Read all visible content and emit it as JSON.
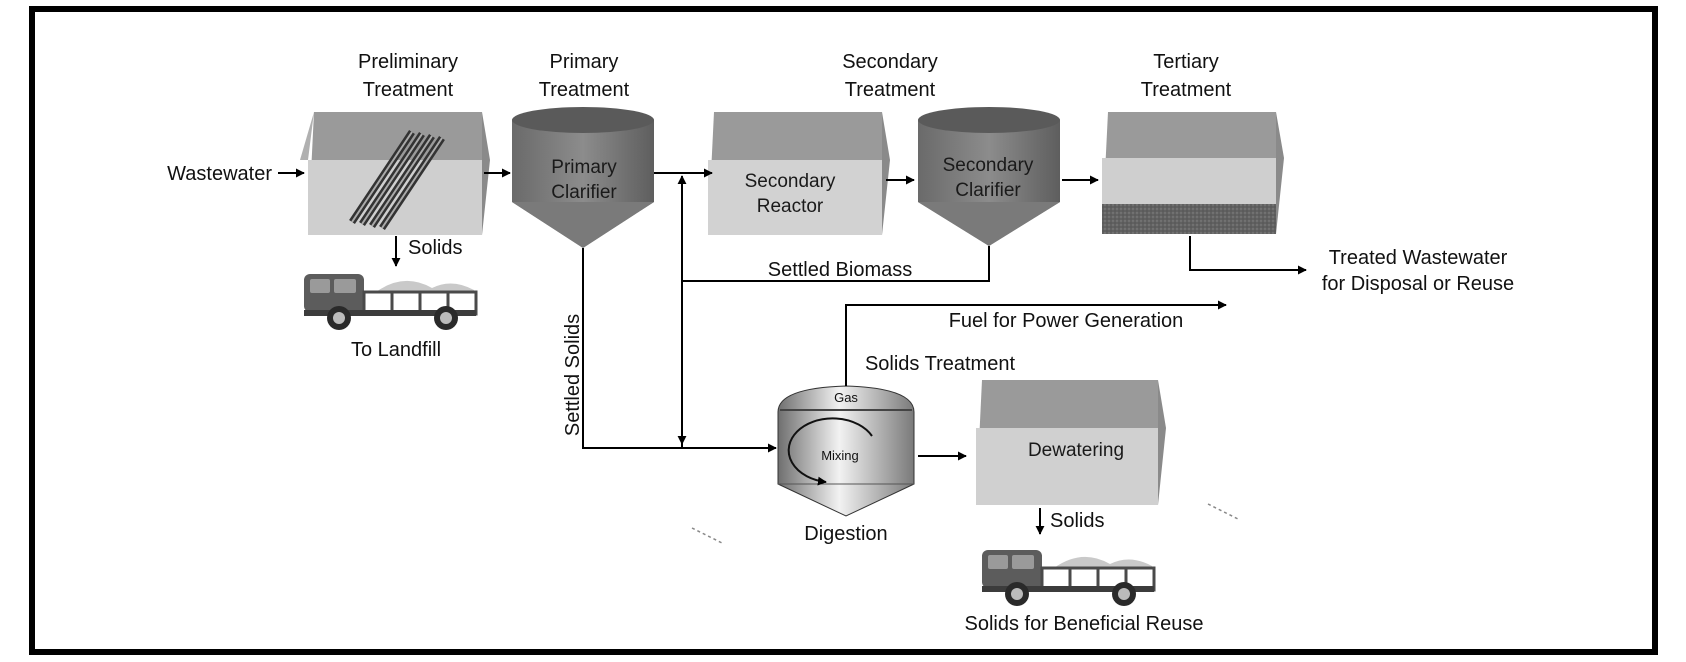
{
  "stages": {
    "preliminary": "Preliminary Treatment",
    "primary": "Primary Treatment",
    "secondary": "Secondary Treatment",
    "tertiary": "Tertiary Treatment"
  },
  "units": {
    "primary_clarifier": "Primary Clarifier",
    "secondary_reactor": "Secondary Reactor",
    "secondary_clarifier": "Secondary Clarifier",
    "dewatering": "Dewatering",
    "digestion": "Digestion",
    "digester_gas": "Gas",
    "digester_mixing": "Mixing"
  },
  "flows": {
    "wastewater": "Wastewater",
    "solids_top": "Solids",
    "to_landfill": "To Landfill",
    "settled_solids": "Settled Solids",
    "settled_biomass": "Settled Biomass",
    "treated_wastewater": "Treated Wastewater for Disposal or Reuse",
    "fuel": "Fuel for Power Generation",
    "solids_treatment": "Solids Treatment",
    "solids_bottom": "Solids",
    "beneficial_reuse": "Solids for Beneficial Reuse"
  },
  "colors": {
    "frame": "#000000",
    "box_light": "#cfcfcf",
    "box_dark": "#8a8a8a",
    "tank_dark": "#6e6e6e",
    "media": "#5a5a5a"
  }
}
